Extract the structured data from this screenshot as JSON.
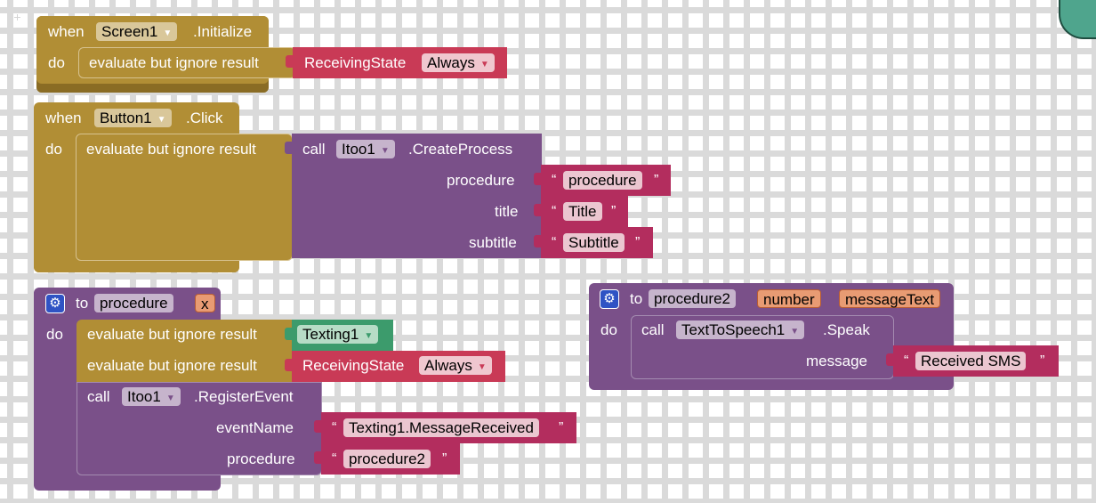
{
  "colors": {
    "event": "#b18e35",
    "procedure": "#7a5089",
    "component": "#c93a56",
    "text": "#b32d5e",
    "texting": "#3c9b6c",
    "gear": "#2f53c4"
  },
  "icons": {
    "settings": "gear-icon",
    "dropdown": "dropdown-arrow-icon",
    "trash": "trash-can-icon"
  },
  "block1": {
    "when": "when",
    "component": "Screen1",
    "event": ".Initialize",
    "do": "do",
    "evaluate": "evaluate but ignore result",
    "receiving": "ReceivingState",
    "always": "Always"
  },
  "block2": {
    "when": "when",
    "component": "Button1",
    "event": ".Click",
    "do": "do",
    "evaluate": "evaluate but ignore result",
    "call": "call",
    "itoo": "Itoo1",
    "method": ".CreateProcess",
    "param1": "procedure",
    "param2": "title",
    "param3": "subtitle",
    "val1": "procedure",
    "val2": "Title",
    "val3": "Subtitle"
  },
  "block3": {
    "to": "to",
    "name": "procedure",
    "arg": "x",
    "do": "do",
    "eval1": "evaluate but ignore result",
    "texting": "Texting1",
    "eval2": "evaluate but ignore result",
    "receiving": "ReceivingState",
    "always": "Always",
    "call": "call",
    "itoo": "Itoo1",
    "method": ".RegisterEvent",
    "param1": "eventName",
    "param2": "procedure",
    "val1": "Texting1.MessageReceived",
    "val2": "procedure2"
  },
  "block4": {
    "to": "to",
    "name": "procedure2",
    "arg1": "number",
    "arg2": "messageText",
    "do": "do",
    "call": "call",
    "tts": "TextToSpeech1",
    "method": ".Speak",
    "param": "message",
    "val": "Received SMS"
  },
  "quote_open": "“",
  "quote_close": "”"
}
